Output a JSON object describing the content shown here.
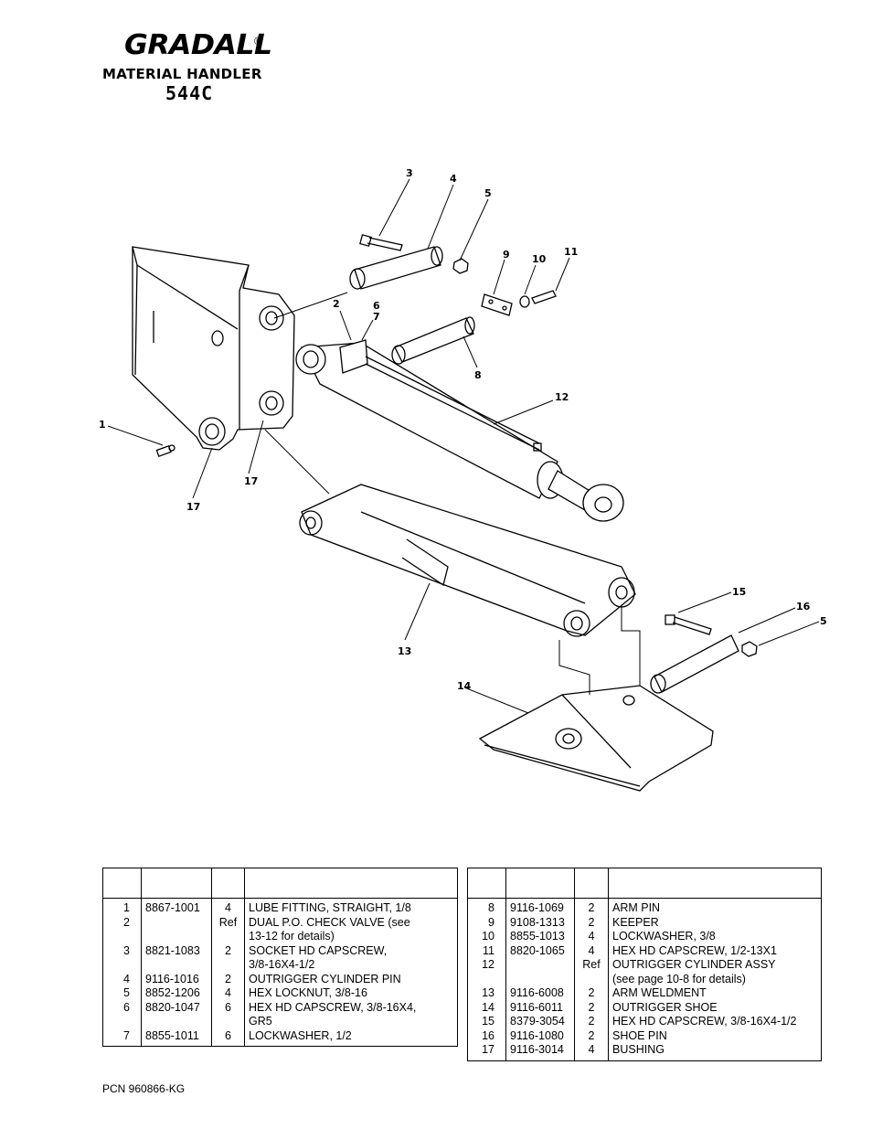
{
  "header": {
    "brand": "GRADALL",
    "registered": "®",
    "subtitle": "MATERIAL HANDLER",
    "model": "544C"
  },
  "diagram": {
    "callouts": [
      "1",
      "2",
      "3",
      "4",
      "5",
      "6",
      "7",
      "8",
      "9",
      "10",
      "11",
      "12",
      "13",
      "14",
      "15",
      "16",
      "17"
    ]
  },
  "parts_left": [
    {
      "item": "1",
      "part": "8867-1001",
      "qty": "4",
      "desc": [
        "LUBE FITTING, STRAIGHT, 1/8"
      ]
    },
    {
      "item": "2",
      "part": "",
      "qty": "Ref",
      "desc": [
        "DUAL P.O. CHECK VALVE (see",
        "13-12  for details)"
      ]
    },
    {
      "item": "3",
      "part": "8821-1083",
      "qty": "2",
      "desc": [
        "SOCKET HD CAPSCREW,",
        "3/8-16X4-1/2"
      ]
    },
    {
      "item": "4",
      "part": "9116-1016",
      "qty": "2",
      "desc": [
        "OUTRIGGER CYLINDER PIN"
      ]
    },
    {
      "item": "5",
      "part": "8852-1206",
      "qty": "4",
      "desc": [
        "HEX LOCKNUT, 3/8-16"
      ]
    },
    {
      "item": "6",
      "part": "8820-1047",
      "qty": "6",
      "desc": [
        "HEX HD CAPSCREW, 3/8-16X4,",
        "GR5"
      ]
    },
    {
      "item": "7",
      "part": "8855-1011",
      "qty": "6",
      "desc": [
        "LOCKWASHER, 1/2"
      ]
    }
  ],
  "parts_right": [
    {
      "item": "8",
      "part": "9116-1069",
      "qty": "2",
      "desc": [
        "ARM PIN"
      ]
    },
    {
      "item": "9",
      "part": "9108-1313",
      "qty": "2",
      "desc": [
        "KEEPER"
      ]
    },
    {
      "item": "10",
      "part": "8855-1013",
      "qty": "4",
      "desc": [
        "LOCKWASHER, 3/8"
      ]
    },
    {
      "item": "11",
      "part": "8820-1065",
      "qty": "4",
      "desc": [
        "HEX HD CAPSCREW, 1/2-13X1"
      ]
    },
    {
      "item": "12",
      "part": "",
      "qty": "Ref",
      "desc": [
        "OUTRIGGER CYLINDER ASSY",
        "(see page 10-8 for details)"
      ]
    },
    {
      "item": "13",
      "part": "9116-6008",
      "qty": "2",
      "desc": [
        "ARM WELDMENT"
      ]
    },
    {
      "item": "14",
      "part": "9116-6011",
      "qty": "2",
      "desc": [
        "OUTRIGGER SHOE"
      ]
    },
    {
      "item": "15",
      "part": "8379-3054",
      "qty": "2",
      "desc": [
        "HEX HD CAPSCREW, 3/8-16X4-1/2"
      ]
    },
    {
      "item": "16",
      "part": "9116-1080",
      "qty": "2",
      "desc": [
        "SHOE PIN"
      ]
    },
    {
      "item": "17",
      "part": "9116-3014",
      "qty": "4",
      "desc": [
        "BUSHING"
      ]
    }
  ],
  "footer": {
    "pcn": "PCN 960866-KG"
  }
}
